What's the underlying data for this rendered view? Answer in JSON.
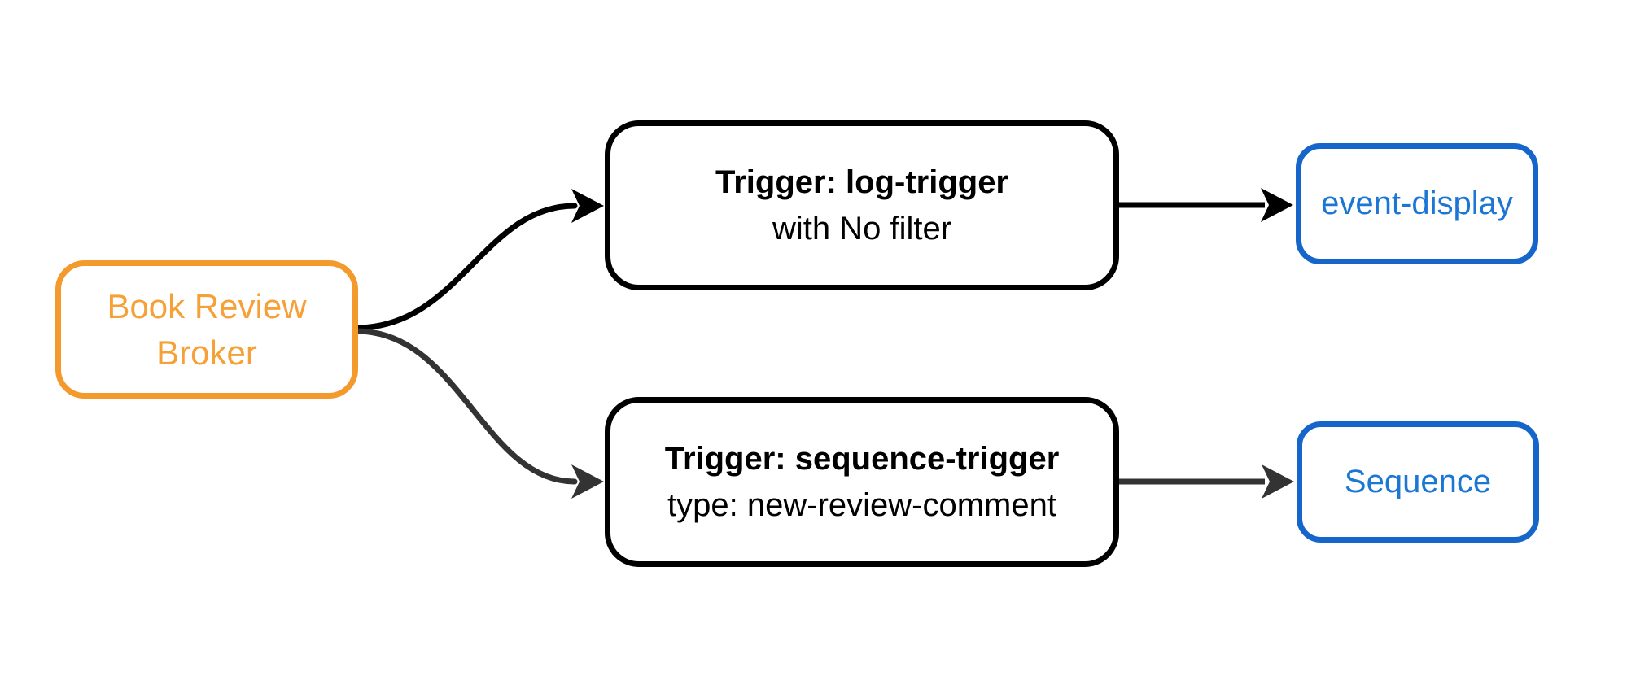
{
  "diagram": {
    "type": "event-flow",
    "nodes": {
      "broker": {
        "label": "Book Review Broker",
        "label_line1": "Book Review",
        "label_line2": "Broker",
        "role": "broker"
      },
      "log_trigger": {
        "title": "Trigger: log-trigger",
        "subtitle": "with No filter",
        "role": "trigger"
      },
      "sequence_trigger": {
        "title": "Trigger: sequence-trigger",
        "subtitle": "type: new-review-comment",
        "role": "trigger"
      },
      "event_display": {
        "label": "event-display",
        "role": "sink"
      },
      "sequence": {
        "label": "Sequence",
        "role": "sink"
      }
    },
    "edges": [
      {
        "from": "broker",
        "to": "log_trigger"
      },
      {
        "from": "broker",
        "to": "sequence_trigger"
      },
      {
        "from": "log_trigger",
        "to": "event_display"
      },
      {
        "from": "sequence_trigger",
        "to": "sequence"
      }
    ]
  },
  "colors": {
    "background": "#ffffff",
    "broker_border": "#F4992C",
    "broker_text": "#F6A137",
    "trigger_border": "#000000",
    "trigger_text": "#000000",
    "sink_border": "#1565CA",
    "sink_text": "#1C77D4",
    "edge_top": "#000000",
    "edge_bottom": "#333333"
  }
}
